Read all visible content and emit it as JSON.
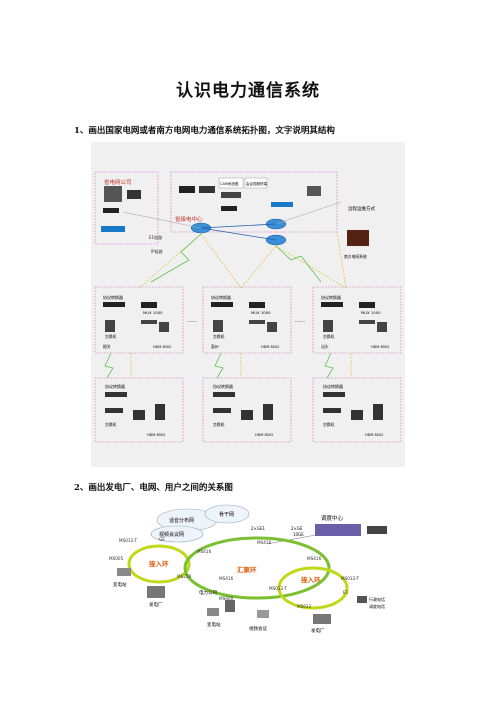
{
  "document": {
    "title": "认识电力通信系统",
    "q1": "1、画出国家电网或者南方电网电力通信系统拓扑图，文字说明其结构",
    "q2": "2、画出发电厂、电网、用户之间的关系图"
  },
  "fig1": {
    "provincial_company": "省电网公司",
    "dispatch_center": "省级电中心",
    "remote_ops": "远程运维方式",
    "southern_grid": "南方电网系统",
    "cam_box": "CAM系统图",
    "video_box": "会议视频终端",
    "link_e1": "E1链路",
    "link_ip": "IP链路",
    "protocol_converter": "协议转换器",
    "switch": "交换机",
    "hdm": "HDM 6002",
    "mux": "MUX 1000",
    "region_left": "韶关",
    "region_mid": "惠州",
    "region_right": "汕头",
    "ellipsis": "……"
  },
  "fig2": {
    "cloud_a": "话音分布网",
    "cloud_b": "骨干网",
    "cloud_c": "视频会议网",
    "dispatch": "调度中心",
    "access_left": "接入环",
    "aggregation": "汇聚环",
    "access_right": "接入环",
    "ms416_a": "MS416",
    "ms416_b": "MS416",
    "ms416_c": "MS416",
    "ms416_d": "MS416",
    "ms012t_a": "MS012-T",
    "ms012t_b": "MS012-T",
    "ms012t_c": "MS012-T",
    "ms005": "MS005",
    "ms220": "MS220",
    "ms600": "MS600",
    "ms012": "MS012",
    "ge": "GE",
    "link_top": "2×GE1",
    "link_top2": "2×GE",
    "link_10ge": "10GE",
    "e1": "E1",
    "substation_a": "变电站",
    "power_plant_a": "发电厂",
    "power_company": "电力公司",
    "substation_b": "变电站",
    "video_meeting": "视频会议",
    "power_plant_b": "发电厂",
    "admin_phone": "行政电话",
    "dispatch_phone": "调度电话"
  }
}
